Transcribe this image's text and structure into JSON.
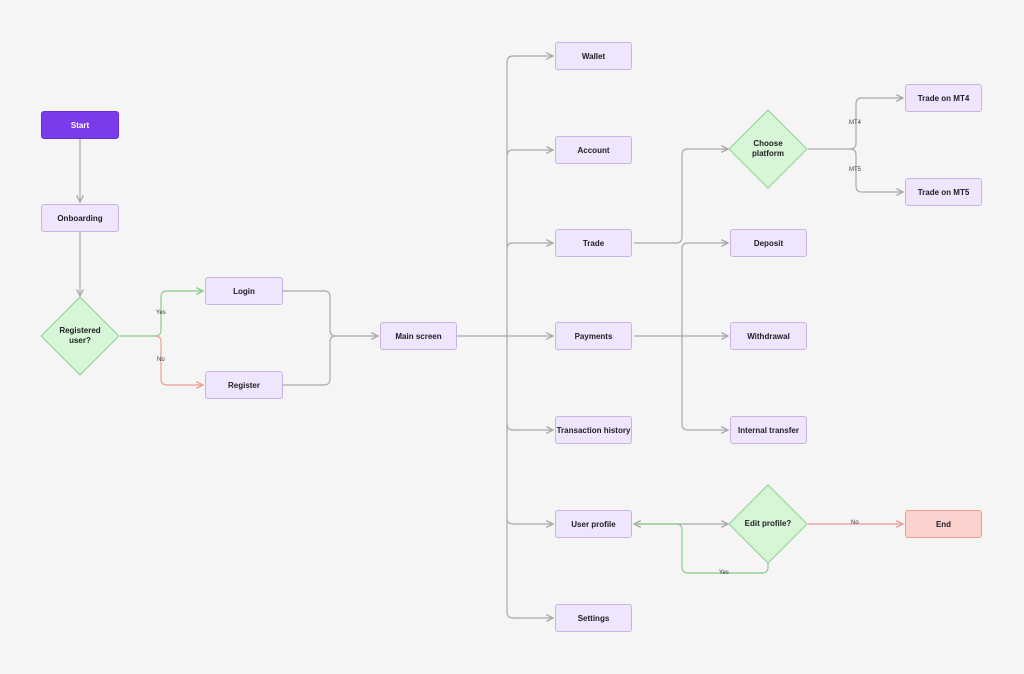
{
  "nodes": {
    "start": "Start",
    "onboarding": "Onboarding",
    "registered": "Registered\nuser?",
    "login": "Login",
    "register": "Register",
    "main_screen": "Main screen",
    "wallet": "Wallet",
    "account": "Account",
    "trade": "Trade",
    "payments": "Payments",
    "transaction_history": "Transaction history",
    "user_profile": "User profile",
    "settings": "Settings",
    "choose_platform": "Choose\nplatform",
    "trade_mt4": "Trade on MT4",
    "trade_mt5": "Trade on MT5",
    "deposit": "Deposit",
    "withdrawal": "Withdrawal",
    "internal_transfer": "Internal transfer",
    "edit_profile": "Edit profile?",
    "end": "End"
  },
  "edge_labels": {
    "yes_login": "Yes",
    "no_register": "No",
    "mt4": "MT4",
    "mt5": "MT5",
    "no_end": "No",
    "yes_profile": "Yes"
  },
  "colors": {
    "start": "#7c3bea",
    "box": "#efe5fc",
    "decision": "#d7f5d7",
    "end": "#fbd2cd",
    "edge": "#a9a9ad",
    "edge_yes": "#86cf86",
    "edge_no": "#ef9c92"
  }
}
